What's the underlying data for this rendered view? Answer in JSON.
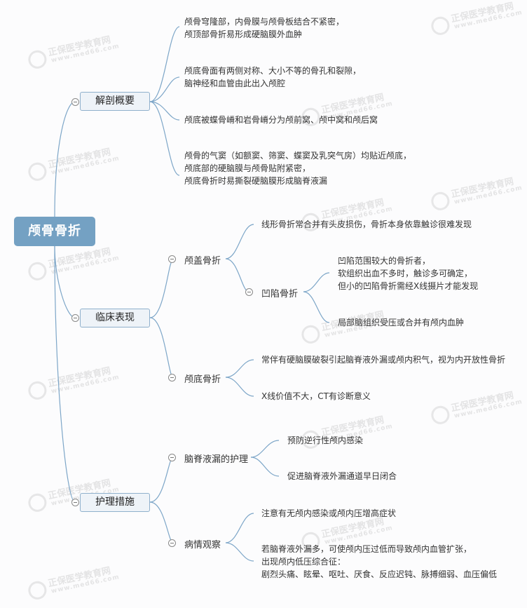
{
  "root": {
    "label": "颅骨骨折"
  },
  "colors": {
    "root_bg": "#74a1c3",
    "branch_bg": "#eef3f8",
    "branch_border": "#8fb0cc",
    "line": "#7da6c8"
  },
  "watermark": {
    "brand": "正保医学教育网",
    "url": "www.med66.com"
  },
  "branches": [
    {
      "label": "解剖概要",
      "children": [
        {
          "lines": [
            "颅骨穹隆部，内骨膜与颅骨板结合不紧密，",
            "颅顶部骨折易形成硬脑膜外血肿"
          ]
        },
        {
          "lines": [
            "颅底骨面有两侧对称、大小不等的骨孔和裂隙，",
            "脑神经和血管由此出入颅腔"
          ]
        },
        {
          "lines": [
            "颅底被蝶骨嵴和岩骨嵴分为颅前窝、颅中窝和颅后窝"
          ]
        },
        {
          "lines": [
            "颅骨的气窦（如额窦、筛窦、蝶窦及乳突气房）均贴近颅底，",
            "颅底部的硬脑膜与颅骨贴附紧密，",
            "颅底骨折时易撕裂硬脑膜形成脑脊液漏"
          ]
        }
      ]
    },
    {
      "label": "临床表现",
      "children": [
        {
          "label": "颅盖骨折",
          "children": [
            {
              "lines": [
                "线形骨折常合并有头皮损伤，骨折本身依靠触诊很难发现"
              ]
            },
            {
              "label": "凹陷骨折",
              "children": [
                {
                  "lines": [
                    "凹陷范围较大的骨折者，",
                    "软组织出血不多时，触诊多可确定，",
                    "但小的凹陷骨折需经X线摄片才能发现"
                  ]
                },
                {
                  "lines": [
                    "局部脑组织受压或合并有颅内血肿"
                  ]
                }
              ]
            }
          ]
        },
        {
          "label": "颅底骨折",
          "children": [
            {
              "lines": [
                "常伴有硬脑膜破裂引起脑脊液外漏或颅内积气，视为内开放性骨折"
              ]
            },
            {
              "lines": [
                "X线价值不大，CT有诊断意义"
              ]
            }
          ]
        }
      ]
    },
    {
      "label": "护理措施",
      "children": [
        {
          "label": "脑脊液漏的护理",
          "children": [
            {
              "lines": [
                "预防逆行性颅内感染"
              ]
            },
            {
              "lines": [
                "促进脑脊液外漏通道早日闭合"
              ]
            }
          ]
        },
        {
          "label": "病情观察",
          "children": [
            {
              "lines": [
                "注意有无颅内感染或颅内压增高症状"
              ]
            },
            {
              "lines": [
                "若脑脊液外漏多，可使颅内压过低而导致颅内血管扩张，",
                "出现颅内低压综合征：",
                "剧烈头痛、眩晕、呕吐、厌食、反应迟钝、脉搏细弱、血压偏低"
              ]
            }
          ]
        }
      ]
    }
  ]
}
